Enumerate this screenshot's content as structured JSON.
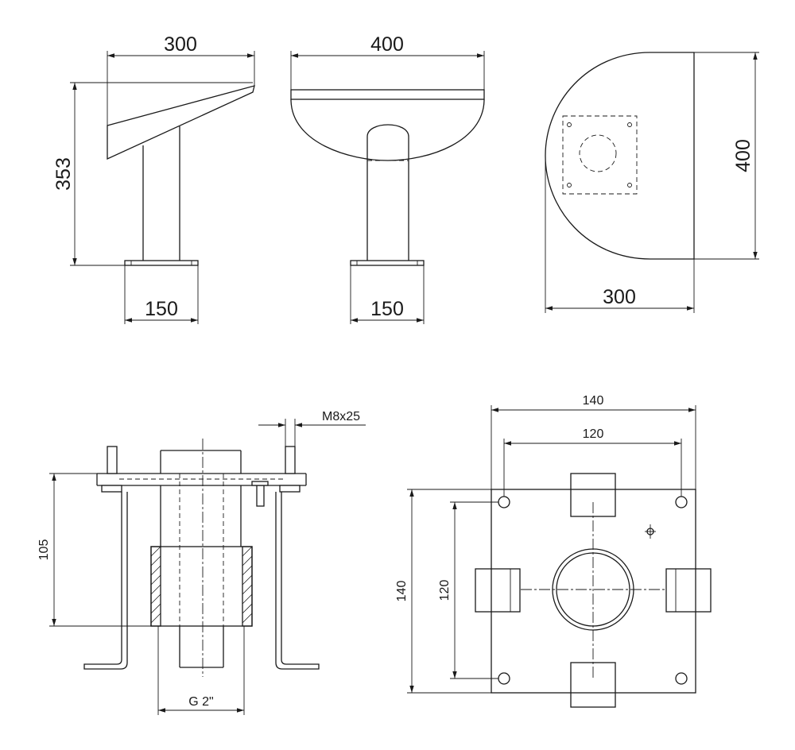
{
  "colors": {
    "line": "#1a1a1a",
    "background": "#ffffff"
  },
  "dimensions": {
    "side_width": "300",
    "side_height": "353",
    "side_base": "150",
    "front_width": "400",
    "front_base": "150",
    "top_height": "400",
    "top_width": "300",
    "section_height": "105",
    "bolt": "M8x25",
    "thread": "G 2\"",
    "plate_outer_width": "140",
    "plate_hole_spacing_x": "120",
    "plate_outer_height": "140",
    "plate_hole_spacing_y": "120"
  }
}
